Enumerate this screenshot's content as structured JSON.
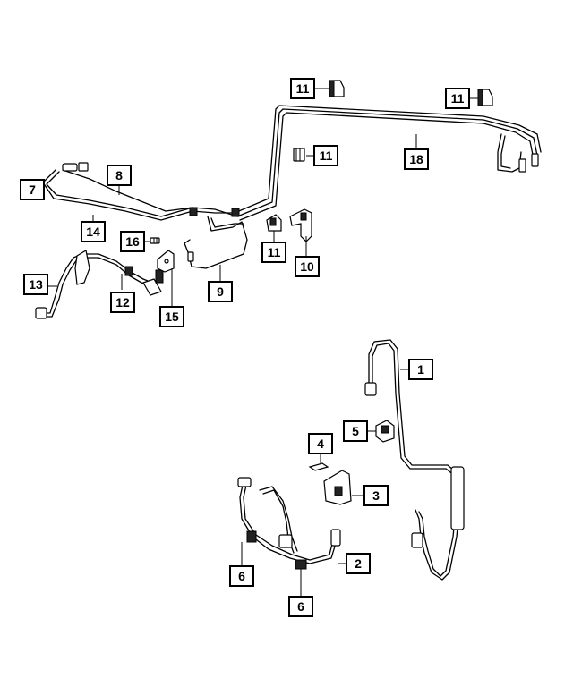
{
  "callouts": [
    {
      "id": "c1",
      "label": "1"
    },
    {
      "id": "c2",
      "label": "2"
    },
    {
      "id": "c3",
      "label": "3"
    },
    {
      "id": "c4",
      "label": "4"
    },
    {
      "id": "c5",
      "label": "5"
    },
    {
      "id": "c6a",
      "label": "6"
    },
    {
      "id": "c6b",
      "label": "6"
    },
    {
      "id": "c7",
      "label": "7"
    },
    {
      "id": "c8",
      "label": "8"
    },
    {
      "id": "c9",
      "label": "9"
    },
    {
      "id": "c10",
      "label": "10"
    },
    {
      "id": "c11a",
      "label": "11"
    },
    {
      "id": "c11b",
      "label": "11"
    },
    {
      "id": "c11c",
      "label": "11"
    },
    {
      "id": "c11d",
      "label": "11"
    },
    {
      "id": "c12",
      "label": "12"
    },
    {
      "id": "c13",
      "label": "13"
    },
    {
      "id": "c14",
      "label": "14"
    },
    {
      "id": "c15",
      "label": "15"
    },
    {
      "id": "c16",
      "label": "16"
    },
    {
      "id": "c18",
      "label": "18"
    }
  ]
}
